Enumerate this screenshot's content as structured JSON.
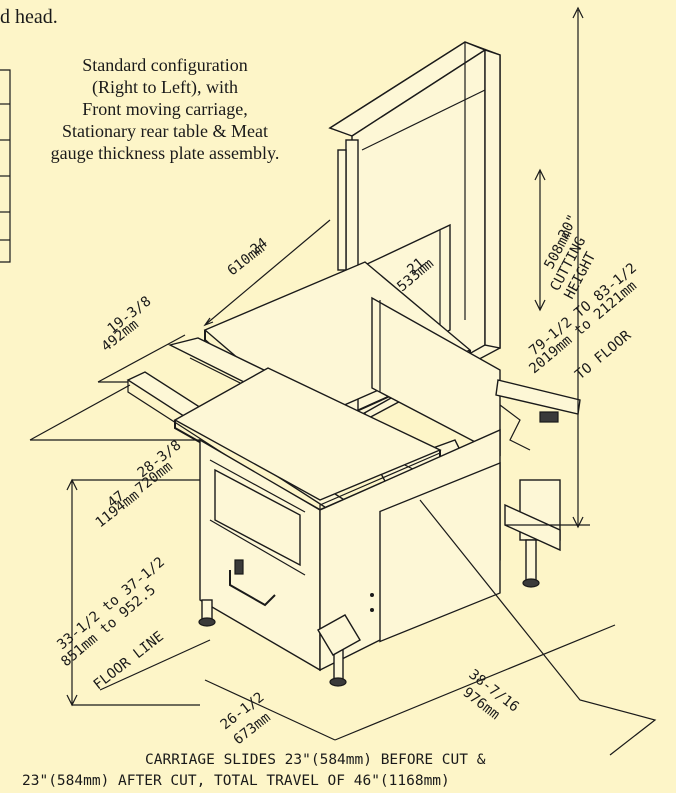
{
  "header_fragment": "d head.",
  "caption_lines": [
    "Standard configuration",
    "(Right to Left), with",
    "Front moving carriage,",
    "Stationary rear table & Meat",
    "gauge thickness plate assembly."
  ],
  "dimensions": {
    "width_24": "24",
    "width_24_mm": "610mm",
    "cut_20": "20\"",
    "cut_20_mm": "508mm",
    "cutting": "CUTTING",
    "height": "HEIGHT",
    "throat_21": "21",
    "throat_21_mm": "533mm",
    "h_top": "79-1/2 TO 83-1/2",
    "h_mm": "2019mm to 2121mm",
    "to_floor": "TO FLOOR",
    "d_19": "19-3/8",
    "d_19_mm": "492mm",
    "d_28": "28-3/8",
    "d_28_mm": "720mm",
    "d_47": "47",
    "d_47_mm": "1194mm",
    "t_33": "33-1/2 to 37-1/2",
    "t_33_mm": "851mm to 952.5",
    "floor_line": "FLOOR LINE",
    "w_26": "26-1/2",
    "w_26_mm": "673mm",
    "d_38": "38-7/16",
    "d_38_mm": "976mm"
  },
  "footnote_lines": [
    "CARRIAGE SLIDES 23\"(584mm) BEFORE CUT &",
    "23\"(584mm) AFTER CUT, TOTAL TRAVEL OF 46\"(1168mm)"
  ],
  "colors": {
    "background": "#fdf5c8",
    "ink": "#1a1a1a"
  }
}
